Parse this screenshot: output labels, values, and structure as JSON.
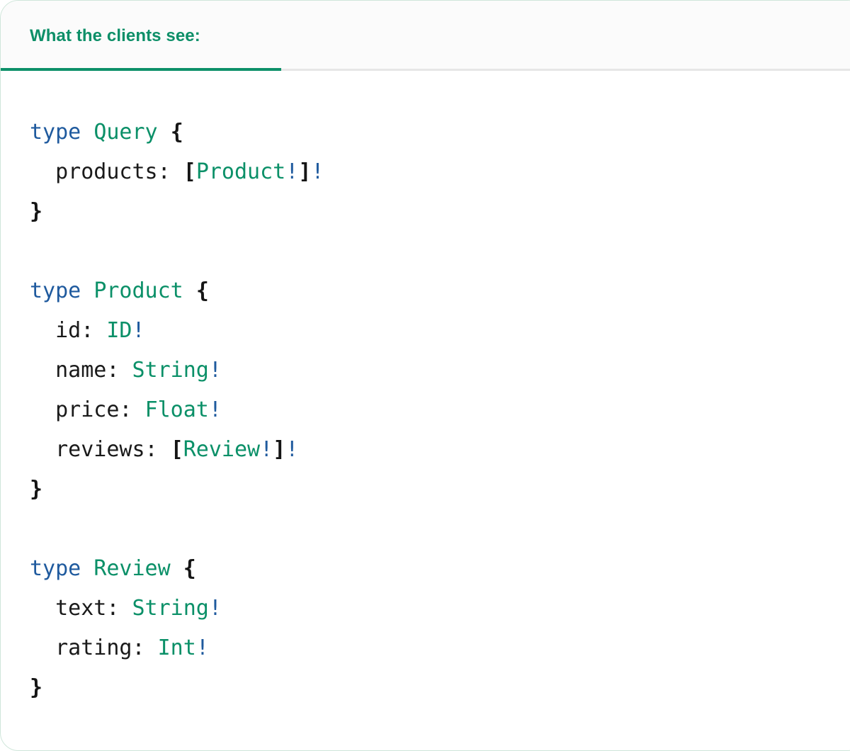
{
  "card": {
    "accent_green": "#0d9069",
    "border_color": "#cfe6da",
    "header_bg": "#fbfbfb",
    "body_bg": "#ffffff"
  },
  "header": {
    "tab_label": "What the clients see:"
  },
  "syntax_colors": {
    "keyword": "#1f5a9e",
    "type_name": "#0b9068",
    "field_name": "#1a1a1a",
    "punctuation": "#151515",
    "non_null_bang": "#1f5a9e"
  },
  "code": {
    "language": "graphql",
    "lines": [
      [
        {
          "t": "type",
          "c": "keyword"
        },
        {
          "t": " ",
          "c": "plain"
        },
        {
          "t": "Query",
          "c": "type"
        },
        {
          "t": " ",
          "c": "plain"
        },
        {
          "t": "{",
          "c": "punct"
        }
      ],
      [
        {
          "t": "  ",
          "c": "plain"
        },
        {
          "t": "products:",
          "c": "field"
        },
        {
          "t": " ",
          "c": "plain"
        },
        {
          "t": "[",
          "c": "bracket"
        },
        {
          "t": "Product",
          "c": "type"
        },
        {
          "t": "!",
          "c": "bang"
        },
        {
          "t": "]",
          "c": "bracket"
        },
        {
          "t": "!",
          "c": "bang"
        }
      ],
      [
        {
          "t": "}",
          "c": "punct"
        }
      ],
      [],
      [
        {
          "t": "type",
          "c": "keyword"
        },
        {
          "t": " ",
          "c": "plain"
        },
        {
          "t": "Product",
          "c": "type"
        },
        {
          "t": " ",
          "c": "plain"
        },
        {
          "t": "{",
          "c": "punct"
        }
      ],
      [
        {
          "t": "  ",
          "c": "plain"
        },
        {
          "t": "id:",
          "c": "field"
        },
        {
          "t": " ",
          "c": "plain"
        },
        {
          "t": "ID",
          "c": "type"
        },
        {
          "t": "!",
          "c": "bang"
        }
      ],
      [
        {
          "t": "  ",
          "c": "plain"
        },
        {
          "t": "name:",
          "c": "field"
        },
        {
          "t": " ",
          "c": "plain"
        },
        {
          "t": "String",
          "c": "type"
        },
        {
          "t": "!",
          "c": "bang"
        }
      ],
      [
        {
          "t": "  ",
          "c": "plain"
        },
        {
          "t": "price:",
          "c": "field"
        },
        {
          "t": " ",
          "c": "plain"
        },
        {
          "t": "Float",
          "c": "type"
        },
        {
          "t": "!",
          "c": "bang"
        }
      ],
      [
        {
          "t": "  ",
          "c": "plain"
        },
        {
          "t": "reviews:",
          "c": "field"
        },
        {
          "t": " ",
          "c": "plain"
        },
        {
          "t": "[",
          "c": "bracket"
        },
        {
          "t": "Review",
          "c": "type"
        },
        {
          "t": "!",
          "c": "bang"
        },
        {
          "t": "]",
          "c": "bracket"
        },
        {
          "t": "!",
          "c": "bang"
        }
      ],
      [
        {
          "t": "}",
          "c": "punct"
        }
      ],
      [],
      [
        {
          "t": "type",
          "c": "keyword"
        },
        {
          "t": " ",
          "c": "plain"
        },
        {
          "t": "Review",
          "c": "type"
        },
        {
          "t": " ",
          "c": "plain"
        },
        {
          "t": "{",
          "c": "punct"
        }
      ],
      [
        {
          "t": "  ",
          "c": "plain"
        },
        {
          "t": "text:",
          "c": "field"
        },
        {
          "t": " ",
          "c": "plain"
        },
        {
          "t": "String",
          "c": "type"
        },
        {
          "t": "!",
          "c": "bang"
        }
      ],
      [
        {
          "t": "  ",
          "c": "plain"
        },
        {
          "t": "rating:",
          "c": "field"
        },
        {
          "t": " ",
          "c": "plain"
        },
        {
          "t": "Int",
          "c": "type"
        },
        {
          "t": "!",
          "c": "bang"
        }
      ],
      [
        {
          "t": "}",
          "c": "punct"
        }
      ]
    ]
  }
}
